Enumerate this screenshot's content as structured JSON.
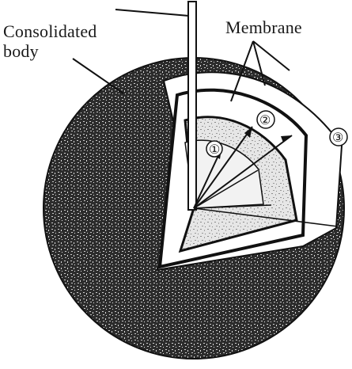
{
  "labels": {
    "consolidated_line1": "Consolidated",
    "consolidated_line2": "body",
    "membrane": "Membrane"
  },
  "radius_markers": {
    "r1": "①",
    "r2": "②",
    "r3": "③"
  },
  "colors": {
    "outer_shell": "#2f2f2f",
    "inner_core": "#d8d8d8",
    "line": "#111111",
    "white": "#ffffff"
  }
}
